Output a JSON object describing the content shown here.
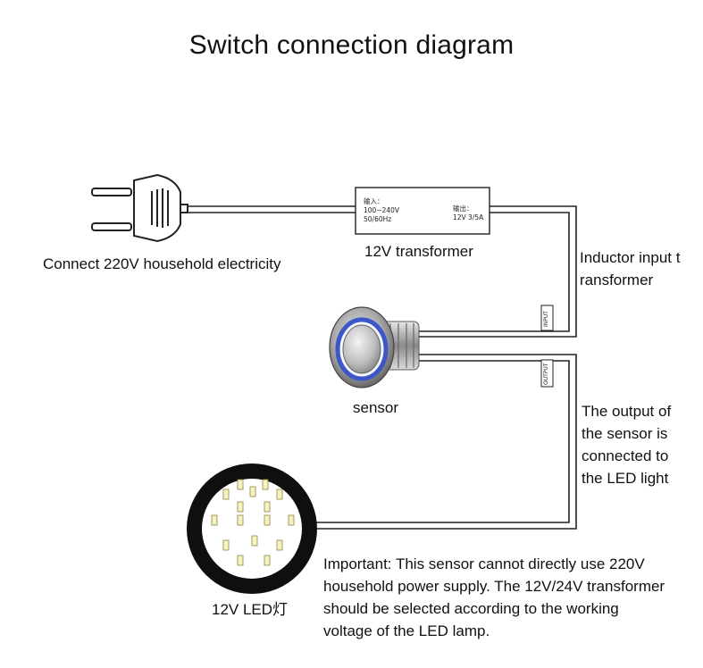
{
  "title": "Switch connection diagram",
  "labels": {
    "plug": "Connect 220V household electricity",
    "transformer": "12V transformer",
    "sensor": "sensor",
    "led": "12V LED灯",
    "inductor_line1": "Inductor input t",
    "inductor_line2": "ransformer",
    "output_lines": [
      "The output of",
      "the sensor is",
      "connected to",
      "the LED light"
    ],
    "important_lines": [
      "Important: This sensor cannot directly use 220V",
      "household power supply. The 12V/24V transformer",
      "should be selected according to the working",
      "voltage of the LED lamp."
    ]
  },
  "transformer_box": {
    "input_title": "输入：",
    "input_voltage": "100~240V",
    "input_freq": "50/60Hz",
    "output_title": "输出：",
    "output_value": "12V 3/5A"
  },
  "wire_tags": {
    "input": "INPUT",
    "output": "OUTPUT"
  }
}
